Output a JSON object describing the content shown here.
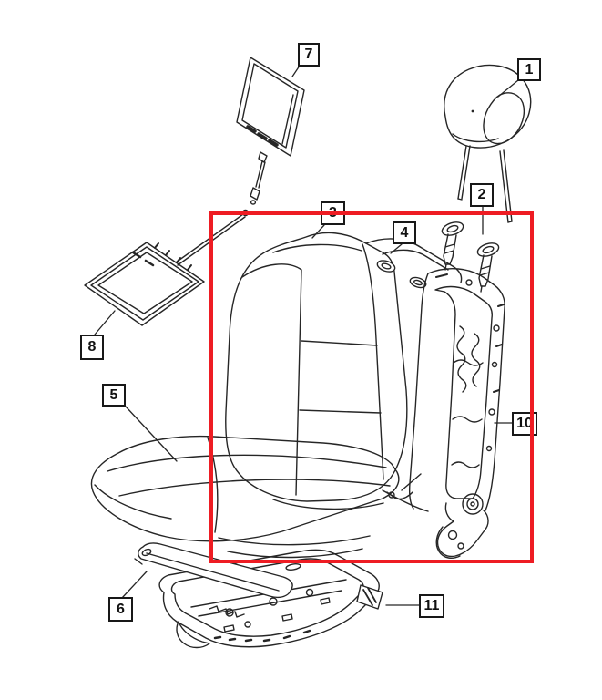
{
  "diagram": {
    "subject": "front-seat-exploded-parts-diagram",
    "background_color": "#ffffff",
    "line_color": "#262626",
    "highlight_color": "#ee1c23",
    "highlight_box": {
      "description": "red selection rectangle around seat back assembly"
    },
    "callouts": [
      {
        "label": "1",
        "part": "headrest"
      },
      {
        "label": "2",
        "part": "headrest-screws"
      },
      {
        "label": "3",
        "part": "seat-back-cushion"
      },
      {
        "label": "4",
        "part": "seat-back-bezel"
      },
      {
        "label": "5",
        "part": "seat-cushion"
      },
      {
        "label": "6",
        "part": "side-shield"
      },
      {
        "label": "7",
        "part": "video-screen-panel"
      },
      {
        "label": "8",
        "part": "seat-back-panel"
      },
      {
        "label": "10",
        "part": "seat-back-frame"
      },
      {
        "label": "11",
        "part": "seat-adjuster-track"
      }
    ]
  }
}
